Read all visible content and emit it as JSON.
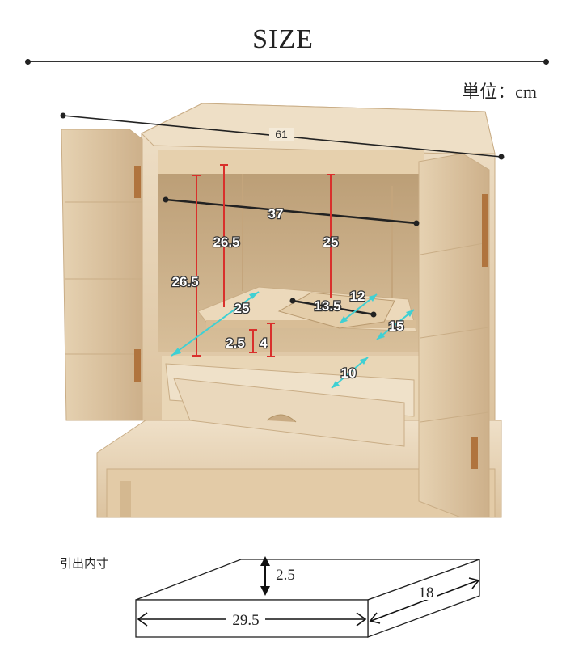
{
  "header": {
    "title": "SIZE",
    "unit": "単位：cm"
  },
  "cabinet_dimensions": {
    "overall_width": "61",
    "inner_width": "37",
    "left_height": "26.5",
    "center_height": "26.5",
    "upper_inner_height": "25",
    "shelf_depth": "25",
    "stage_width": "13.5",
    "stage_depth": "12",
    "right_depth": "15",
    "step_height": "2.5",
    "shelf_height": "4",
    "drawer_area_depth": "10"
  },
  "drawer": {
    "caption": "引出内寸",
    "height": "2.5",
    "depth": "18",
    "width": "29.5"
  },
  "colors": {
    "wood_light": "#ead8bc",
    "wood_mid": "#dcc39f",
    "wood_dark": "#c6a87f",
    "red_dimension": "#d9302c",
    "teal_dimension": "#3fd0d3"
  }
}
